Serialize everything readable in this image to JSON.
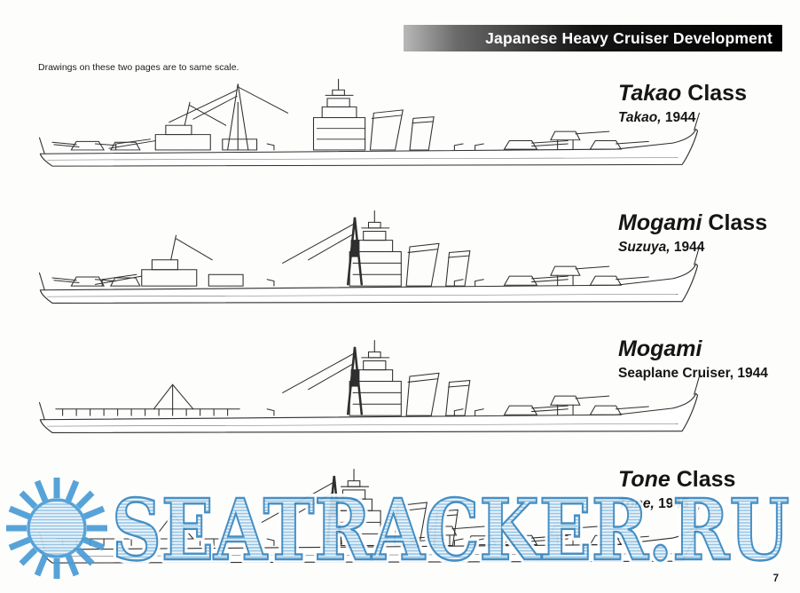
{
  "header": {
    "title": "Japanese Heavy Cruiser Development",
    "scale_note": "Drawings on these two pages are to same scale."
  },
  "ships": [
    {
      "title_italic": "Takao",
      "title_rest": " Class",
      "sub_italic": "Takao,",
      "sub_rest": " 1944"
    },
    {
      "title_italic": "Mogami",
      "title_rest": " Class",
      "sub_italic": "Suzuya,",
      "sub_rest": " 1944"
    },
    {
      "title_italic": "Mogami",
      "title_rest": "",
      "sub_italic": "",
      "sub_rest": "Seaplane Cruiser, 1944"
    },
    {
      "title_italic": "Tone",
      "title_rest": " Class",
      "sub_italic": "Tone,",
      "sub_rest": " 1945"
    }
  ],
  "watermark": {
    "text": "SEATRACKER.RU",
    "accent_color": "#3786bf"
  },
  "page": {
    "number": "7"
  }
}
